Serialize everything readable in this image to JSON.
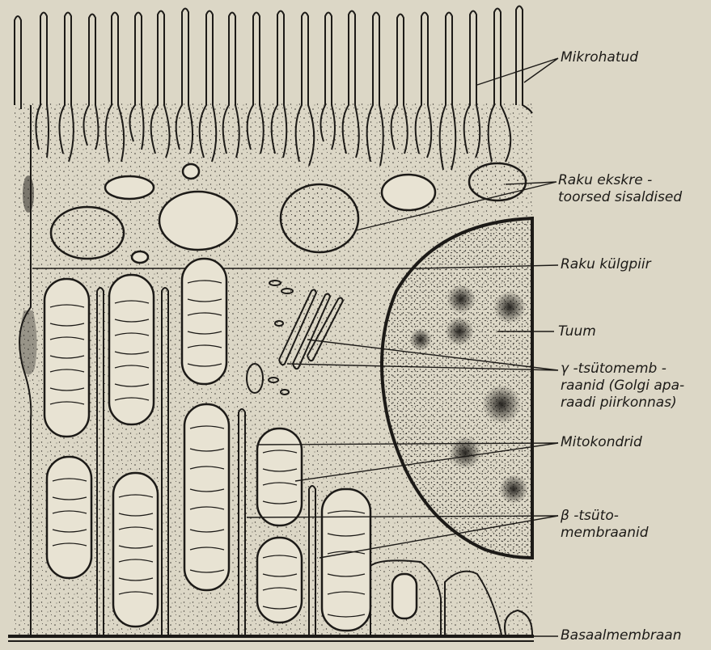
{
  "figure": {
    "paper_color": "#dcd7c6",
    "ink_color": "#1c1a17",
    "labels": {
      "microvilli": "Mikrohatud",
      "excretory_line1": "Raku ekskre -",
      "excretory_line2": "toorsed sisaldised",
      "lateral_border": "Raku külgpiir",
      "nucleus": "Tuum",
      "gamma_line1": "γ -tsütomemb -",
      "gamma_line2": "raanid (Golgi apa-",
      "gamma_line3": "raadi piirkonnas)",
      "mitochondria": "Mitokondrid",
      "beta_line1": "β -tsüto-",
      "beta_line2": "membraanid",
      "basal_membrane": "Basaalmembraan"
    }
  }
}
